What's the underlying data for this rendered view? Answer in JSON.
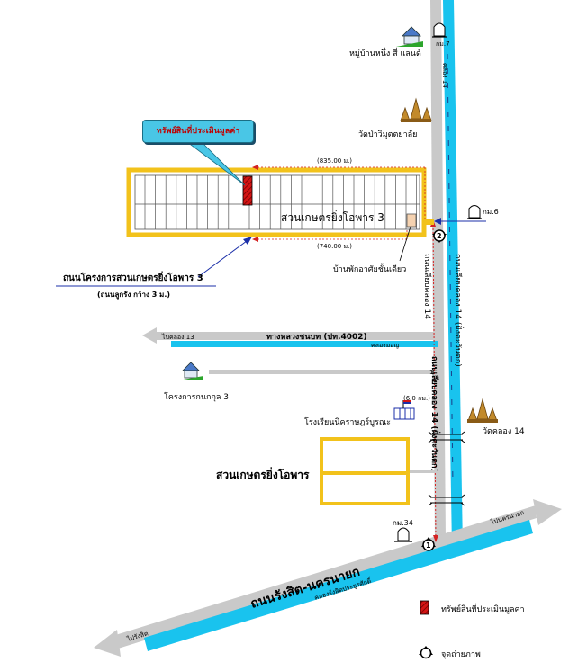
{
  "landmarks": {
    "village": "หมู่บ้านหนึ่ง สี่ แลนด์",
    "temple_top": "วัดป่าวิมุตตยาลัย",
    "subject_property": "ทรัพย์สินที่ประเมินมูลค่า",
    "project_name_inside": "สวนเกษตรยิ่งโอพาร 3",
    "single_house": "บ้านพักอาศัยชั้นเดียว",
    "project_road": "ถนนโครงการสวนเกษตรยิ่งโอพาร 3",
    "project_road_note": "(ถนนลูกรัง กว้าง 3 ม.)",
    "kanokkul": "โครงการกนกกุล 3",
    "school": "โรงเรียนนิคราษฎร์บูรณะ",
    "temple_klong14": "วัดคลอง 14",
    "project_main": "สวนเกษตรยิ่งโอพาร"
  },
  "roads": {
    "canal14_top": "คลอง 14",
    "rural_road": "ทางหลวงชนบท (ปท.4002)",
    "to_klong13": "ไปคลอง 13",
    "canal_mon": "คลองมอญ",
    "klong14_road_a": "ถนนเลียบคลอง 14",
    "klong14_road_b": "ถนนเลียบคลอง 14 (ฝั่งตะวันตก)",
    "klong14_vertical": "ถนนเลียบคลอง 14 (ฝั่งตะวันตก)",
    "main_road": "ถนนรังสิต-นครนายก",
    "canal_rangsit": "คลองรังสิตประยูรศักดิ์",
    "to_rangsit": "ไปรังสิต",
    "to_nakhon_nayok": "ไปนครนายก"
  },
  "markers": {
    "km7": "กม.7",
    "km6": "กม.6",
    "km34": "กม.34",
    "point1": "1",
    "point2": "2",
    "alley": "1"
  },
  "distances": {
    "top": "(835.00 ม.)",
    "bottom": "(740.00 ม.)",
    "side": "(6.0 กม.)"
  },
  "legend": {
    "property": "ทรัพย์สินที่ประเมินมูลค่า",
    "photo_point": "จุดถ่ายภาพ"
  },
  "colors": {
    "canal": "#19c3ee",
    "road": "#c9c9c9",
    "plot": "#f2c21b",
    "subject": "#d41414",
    "distance_line": "#d42222",
    "pink_text": "#e23ad4",
    "navy": "#1b2fa8"
  }
}
